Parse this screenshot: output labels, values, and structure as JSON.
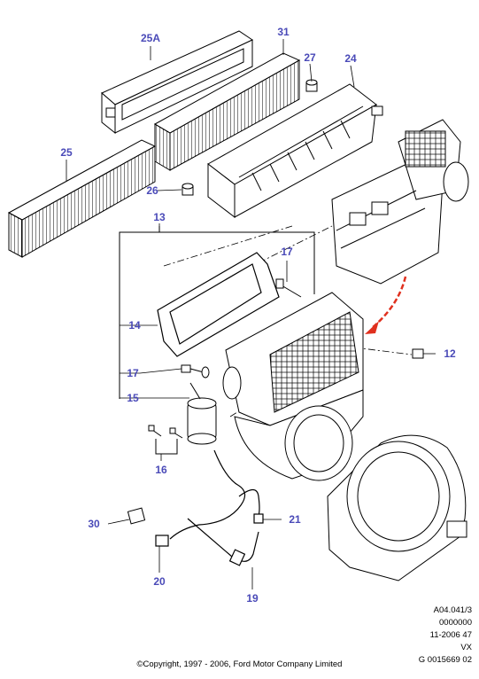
{
  "callouts": {
    "c25a": "25A",
    "c31": "31",
    "c27": "27",
    "c24": "24",
    "c25": "25",
    "c26": "26",
    "c13": "13",
    "c17a": "17",
    "c14": "14",
    "c17b": "17",
    "c15": "15",
    "c12": "12",
    "c16": "16",
    "c30": "30",
    "c21": "21",
    "c20": "20",
    "c19": "19"
  },
  "reference": {
    "line1": "A04.041/3",
    "line2": "0000000",
    "line3": "11-2006 47",
    "line4": "VX",
    "line5": "G 0015669 02"
  },
  "copyright": "©Copyright, 1997 - 2006, Ford Motor Company Limited",
  "colors": {
    "callout": "#4a4ab8",
    "arrow": "#e0301e",
    "line": "#000000"
  }
}
